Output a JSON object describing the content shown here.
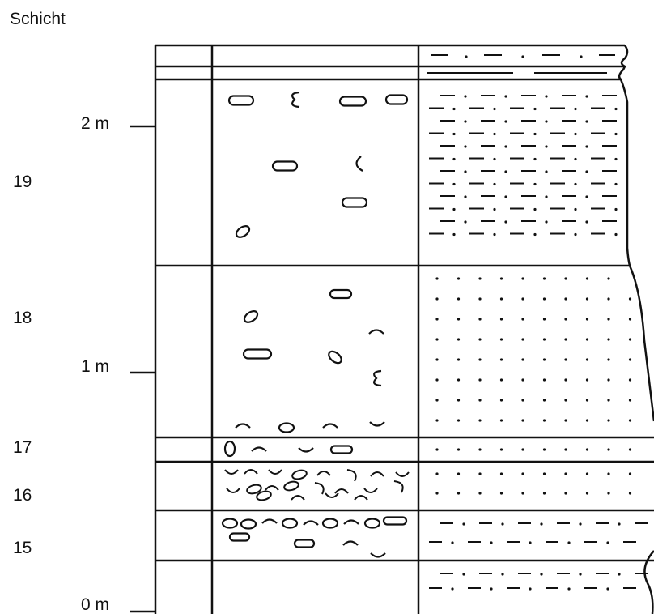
{
  "header": {
    "title": "Schicht"
  },
  "scale": {
    "labels": [
      "2 m",
      "1 m",
      "0 m"
    ]
  },
  "beds": [
    {
      "id": "19",
      "label": "19",
      "lithology": "silty sandstone with shale lenses",
      "fossils": [
        "elongate clast",
        "worm trace",
        "bivalve valve",
        "ovoid clast"
      ]
    },
    {
      "id": "18",
      "label": "18",
      "lithology": "sandstone",
      "fossils": [
        "elongate clast",
        "ovoid clast",
        "bivalve valve",
        "worm trace"
      ]
    },
    {
      "id": "17",
      "label": "17",
      "lithology": "sandstone",
      "fossils": [
        "ovoid clast",
        "bivalve valve",
        "elongate clast"
      ]
    },
    {
      "id": "16",
      "label": "16",
      "lithology": "sandstone",
      "fossils": [
        "shell hash"
      ]
    },
    {
      "id": "15",
      "label": "15",
      "lithology": "silty sandstone",
      "fossils": [
        "elongate clast",
        "ovoid clast",
        "bivalve valve"
      ]
    }
  ],
  "colors": {
    "ink": "#111111",
    "background": "#ffffff"
  }
}
